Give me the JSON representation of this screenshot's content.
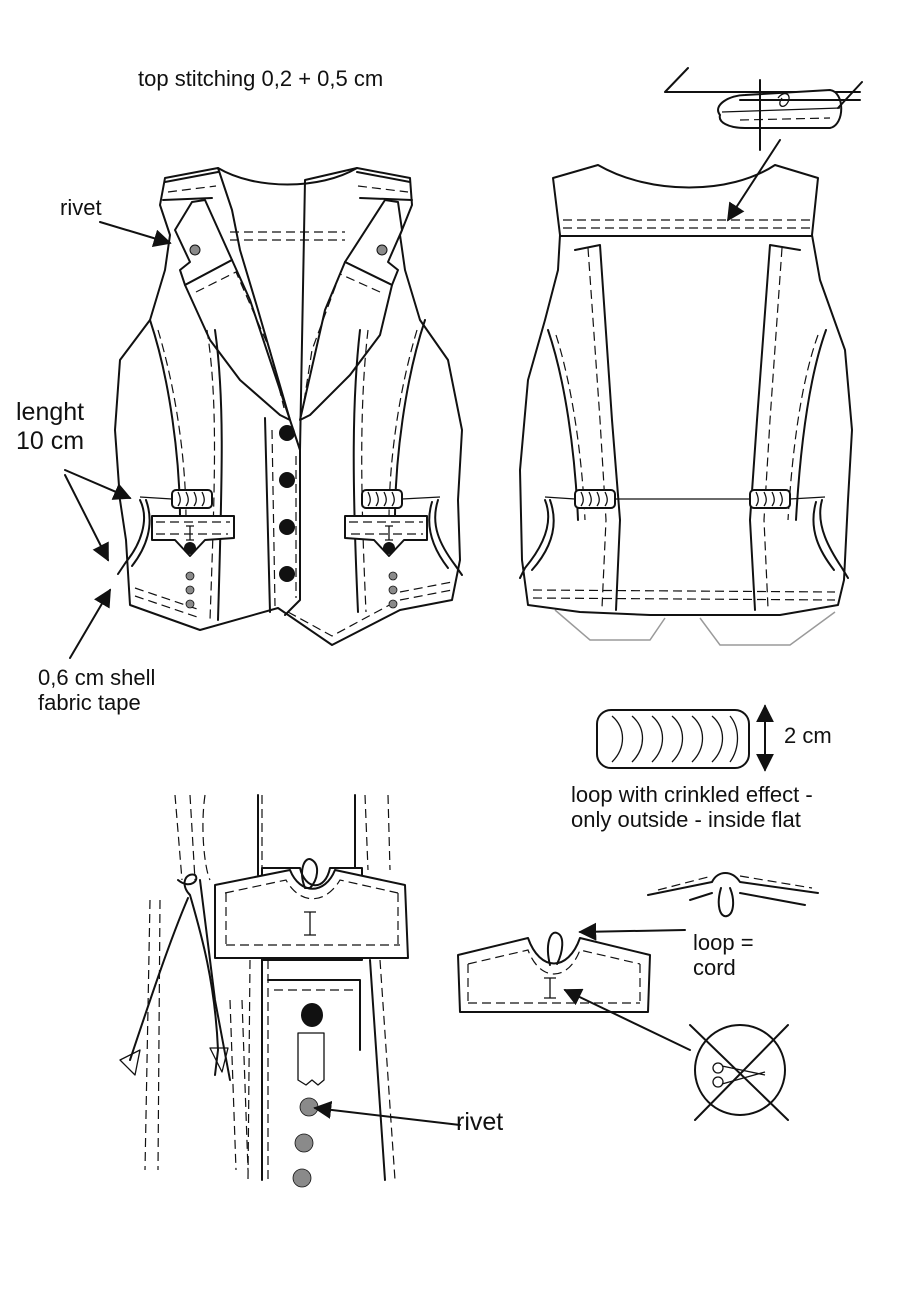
{
  "labels": {
    "top_stitching": "top stitching 0,2 + 0,5 cm",
    "rivet_top": "rivet",
    "length_line1": "lenght",
    "length_line2": "10 cm",
    "tape_line1": "0,6 cm shell",
    "tape_line2": "fabric tape",
    "loop_height": "2 cm",
    "loop_line1": "loop with crinkled effect -",
    "loop_line2": "only outside - inside flat",
    "cord_line1": "loop =",
    "cord_line2": "cord",
    "rivet_bottom": "rivet"
  },
  "icons": [
    "scissors-icon",
    "crossed-out-symbol",
    "arrow-icon",
    "fold-seam-icon"
  ],
  "colors": {
    "ink": "#111111",
    "rivet_grey": "#8a8a8a",
    "seam_grey": "#9a9a9a"
  }
}
